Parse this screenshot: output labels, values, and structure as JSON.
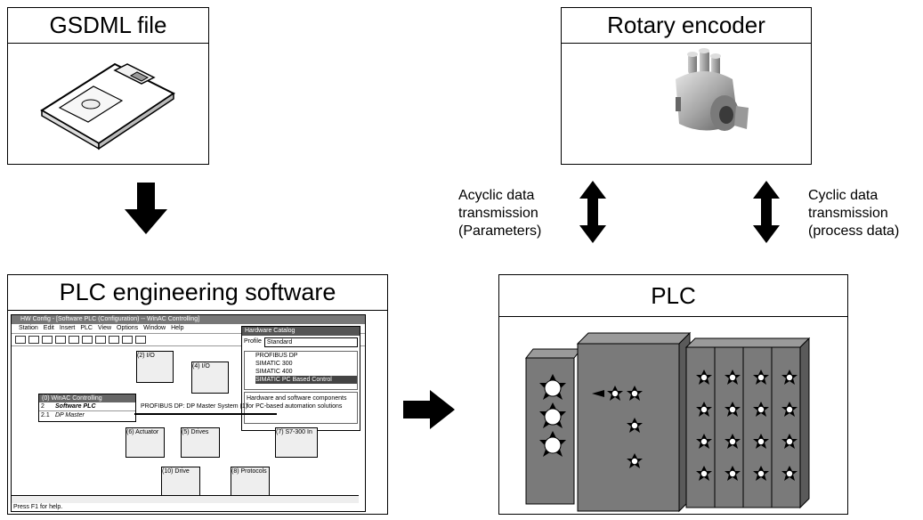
{
  "boxes": {
    "gsdml": {
      "title": "GSDML file",
      "image": "floppy-disk"
    },
    "encoder": {
      "title": "Rotary encoder",
      "image": "rotary-encoder"
    },
    "plc_software": {
      "title": "PLC engineering software",
      "image": "hw-config-screenshot"
    },
    "plc": {
      "title": "PLC",
      "image": "plc-modules"
    }
  },
  "connections": {
    "acyclic": {
      "label_lines": [
        "Acyclic data",
        "transmission",
        "(Parameters)"
      ],
      "arrow": "double-vertical"
    },
    "cyclic": {
      "label_lines": [
        "Cyclic data",
        "transmission",
        "(process data)"
      ],
      "arrow": "double-vertical"
    },
    "gsdml_to_software": {
      "arrow": "down"
    },
    "software_to_plc": {
      "arrow": "right"
    }
  },
  "screenshot": {
    "window_title": "HW Config - [Software PLC (Configuration) -- WinAC Controlling]",
    "menu": [
      "Station",
      "Edit",
      "Insert",
      "PLC",
      "View",
      "Options",
      "Window",
      "Help"
    ],
    "catalog_title": "Hardware Catalog",
    "catalog_profile_label": "Profile",
    "catalog_profile_value": "Standard",
    "catalog_items": [
      "PROFIBUS DP",
      "SIMATIC 300",
      "SIMATIC 400",
      "SIMATIC PC Based Control"
    ],
    "catalog_desc": "Hardware and software components for PC-based automation solutions",
    "station_title": "(0) WinAC Controlling",
    "station_rows": [
      {
        "slot": "2",
        "name": "Software PLC"
      },
      {
        "slot": "2.1",
        "name": "DP Master"
      }
    ],
    "bus_label": "PROFIBUS DP: DP Master System (1)",
    "nodes": [
      "(2) I/O",
      "(4) I/O",
      "(6) Actuator",
      "(5) Drives",
      "(7) S7-300 In",
      "(10) Drive",
      "(8) Protocols"
    ],
    "status": "Press F1 for help."
  }
}
